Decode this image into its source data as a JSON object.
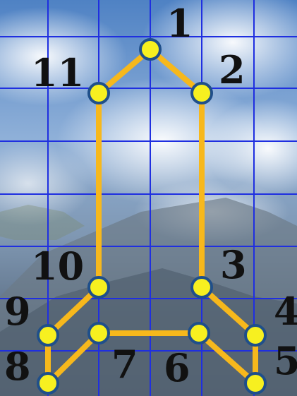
{
  "puzzle": {
    "background": "aerial view of clouds over a mountain ridge",
    "grid_color": "#1f2fe0",
    "path_color": "#f7b81c",
    "dot_fill": "#f7f020",
    "dot_stroke": "#1f4f8a",
    "label_color": "#111111",
    "dots": [
      {
        "label": "1"
      },
      {
        "label": "2"
      },
      {
        "label": "3"
      },
      {
        "label": "4"
      },
      {
        "label": "5"
      },
      {
        "label": "6"
      },
      {
        "label": "7"
      },
      {
        "label": "8"
      },
      {
        "label": "9"
      },
      {
        "label": "10"
      },
      {
        "label": "11"
      }
    ],
    "connections": [
      [
        1,
        2
      ],
      [
        2,
        3
      ],
      [
        3,
        4
      ],
      [
        4,
        5
      ],
      [
        5,
        6
      ],
      [
        6,
        7
      ],
      [
        7,
        8
      ],
      [
        8,
        9
      ],
      [
        9,
        10
      ],
      [
        10,
        11
      ],
      [
        11,
        1
      ]
    ]
  }
}
